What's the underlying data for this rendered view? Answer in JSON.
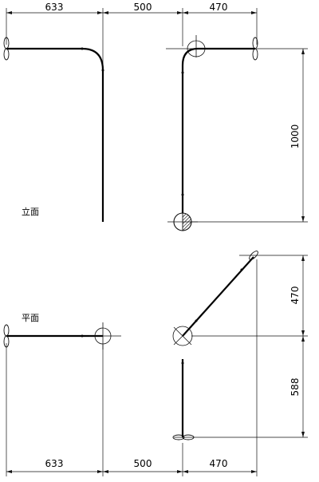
{
  "elevation": {
    "label": "立面",
    "dims_top": [
      "633",
      "500",
      "470"
    ],
    "dim_height": "1000"
  },
  "plan": {
    "label": "平面",
    "dims_bottom": [
      "633",
      "500",
      "470"
    ],
    "dim_upper": "470",
    "dim_lower": "588"
  },
  "colors": {
    "line": "#111111",
    "rail": "#000000"
  }
}
